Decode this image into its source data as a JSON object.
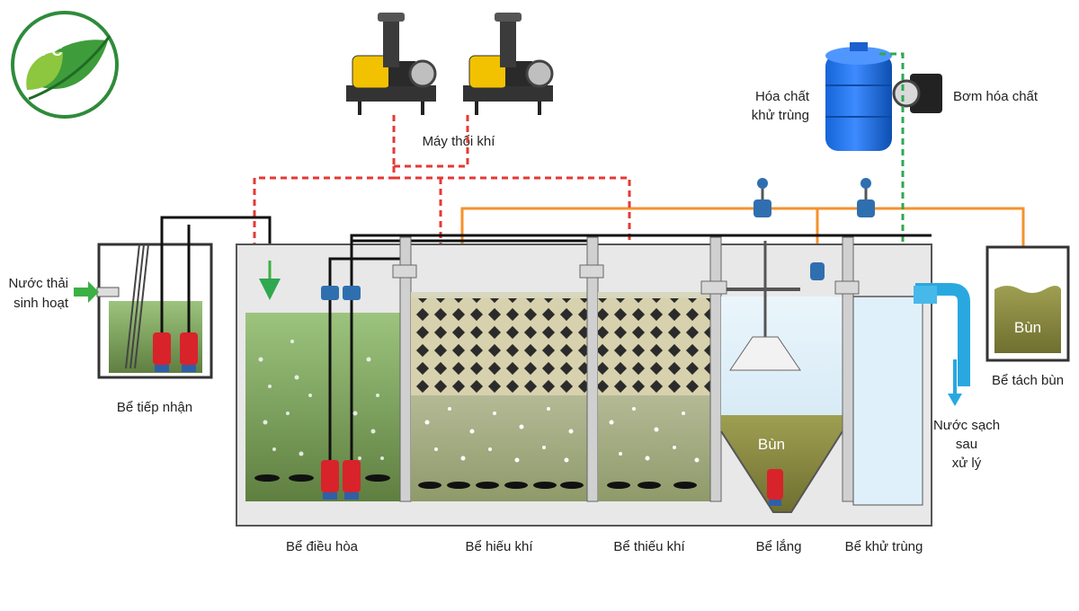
{
  "logo": {
    "text": "VPC",
    "color": "#2e8b3a"
  },
  "equipment": {
    "blower": "Máy thổi khí",
    "chemical_tank": [
      "Hóa chất",
      "khử trùng"
    ],
    "chemical_pump": "Bơm hóa chất"
  },
  "inflow": [
    "Nước thải",
    "sinh hoạt"
  ],
  "outflow": [
    "Nước sạch",
    "sau",
    "xử lý"
  ],
  "tanks": {
    "receiving": "Bể tiếp nhận",
    "equalization": "Bể điều hòa",
    "aerobic": "Bể hiếu khí",
    "anoxic": "Bể thiếu khí",
    "settling": "Bể lắng",
    "disinfection": "Bể khử trùng",
    "sludge_tank": "Bể tách bùn"
  },
  "sludge_label": "Bùn",
  "colors": {
    "air_line": "#e53935",
    "sludge_line": "#f5922b",
    "chemical_line": "#2fa84f",
    "inflow_arrow": "#3cb043",
    "outflow_arrow": "#29a8e0",
    "water": "#9fc98f",
    "sludge": "#8a8a3a",
    "clean_water": "#d8eef9"
  }
}
